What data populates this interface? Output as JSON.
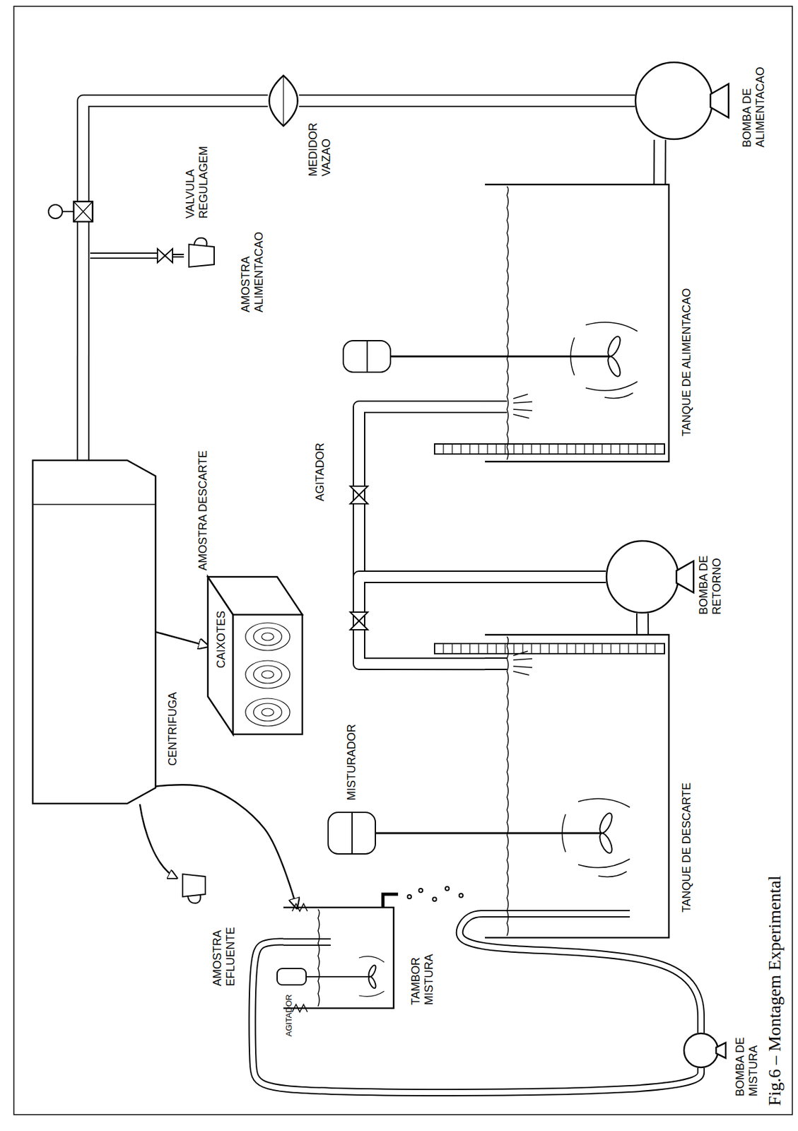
{
  "diagram": {
    "caption": "Fig.6 – Montagem Experimental",
    "nodes": [
      {
        "text": [
          "CENTRIFUGA"
        ]
      },
      {
        "text": [
          "CAIXOTES"
        ]
      },
      {
        "text": [
          "TAMBOR MISTURA"
        ]
      },
      {
        "text": [
          "TANQUE DE DESCARTE"
        ]
      },
      {
        "text": [
          "TANQUE DE ALIMENTACAO"
        ]
      },
      {
        "text": [
          "BOMBA DE MISTURA"
        ]
      },
      {
        "text": [
          "BOMBA DE RETORNO"
        ]
      },
      {
        "text": [
          "BOMBA DE ALIMENTACAO"
        ]
      },
      {
        "text": [
          "MEDIDOR VAZAO"
        ]
      },
      {
        "text": [
          "VALVULA REGULAGEM"
        ]
      }
    ],
    "edges": [
      {
        "from": 4,
        "to": 7,
        "arrow": "none"
      },
      {
        "from": 7,
        "to": 8,
        "arrow": "none"
      },
      {
        "from": 8,
        "to": 9,
        "arrow": "none"
      },
      {
        "from": 9,
        "to": 0,
        "arrow": "none"
      },
      {
        "from": 0,
        "to": 1,
        "arrow": "to"
      },
      {
        "from": 0,
        "to": 2,
        "arrow": "to"
      },
      {
        "from": 3,
        "to": 5,
        "arrow": "none"
      },
      {
        "from": 5,
        "to": 2,
        "arrow": "none"
      },
      {
        "from": 3,
        "to": 6,
        "arrow": "none"
      },
      {
        "from": 6,
        "to": 4,
        "arrow": "none"
      },
      {
        "from": 6,
        "to": 3,
        "arrow": "none"
      }
    ],
    "labels": [
      "AGITADOR",
      "MISTURADOR",
      "AGITADOR",
      "AMOSTRA ALIMENTACAO",
      "AMOSTRA DESCARTE",
      "AMOSTRA EFLUENTE"
    ]
  }
}
